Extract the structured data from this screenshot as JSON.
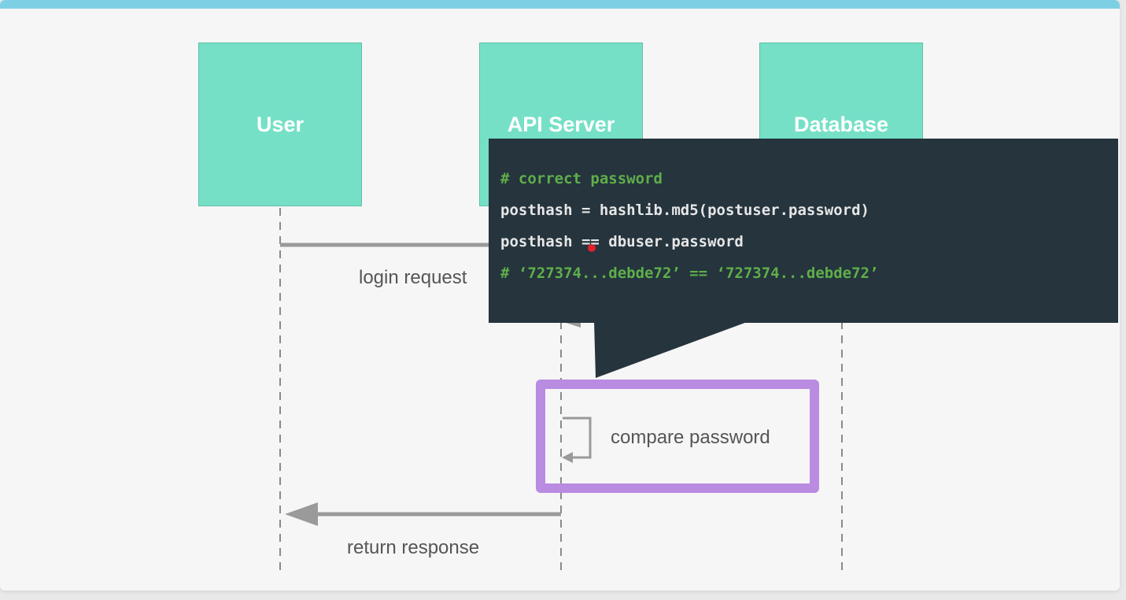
{
  "participants": {
    "user": "User",
    "api_server": "API Server",
    "database": "Database"
  },
  "messages": {
    "login_request": "login request",
    "compare_password": "compare password",
    "return_response": "return response"
  },
  "code_tooltip": {
    "line1": "# correct password",
    "line2": "posthash = hashlib.md5(postuser.password)",
    "line3": "posthash == dbuser.password",
    "line4": "# ‘727374...debde72’ == ‘727374...debde72’"
  },
  "colors": {
    "accent_bar": "#7dd0e3",
    "participant_fill": "#76e0c7",
    "highlight_border": "#b98be1",
    "tooltip_bg": "#25343d",
    "comment_green": "#5fae4a"
  }
}
